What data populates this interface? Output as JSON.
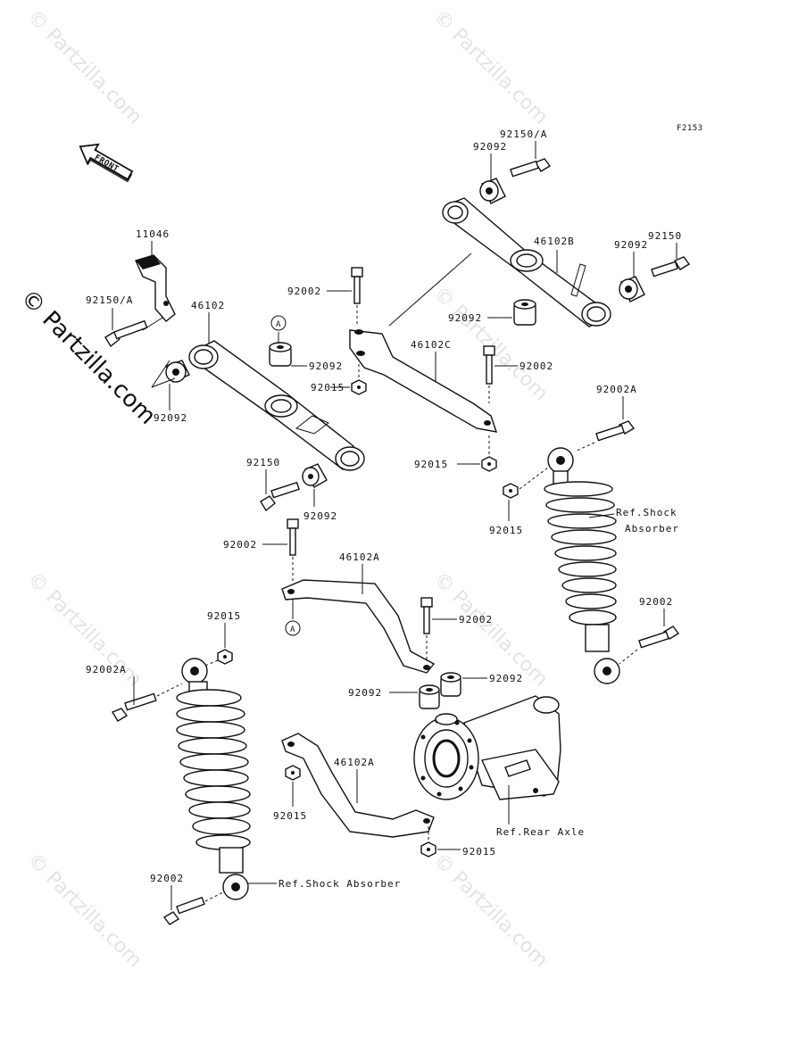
{
  "figure_code": "F2153",
  "front_label": "FRONT",
  "watermark": "© Partzilla.com",
  "side_watermark": "© Partzilla.com",
  "parts": {
    "p11046": "11046",
    "p92150A_left": "92150/A",
    "p46102": "46102",
    "p92092_left": "92092",
    "p92150_midleft": "92150",
    "p92092_midleft": "92092",
    "p92002_top": "92002",
    "p92092_center": "92092",
    "p92015_center": "92015",
    "p46102C": "46102C",
    "p92002_right": "92002",
    "p92015_right": "92015",
    "p92150A_top": "92150/A",
    "p92092_topleft": "92092",
    "p46102B": "46102B",
    "p92092_topright": "92092",
    "p92150_topright": "92150",
    "p92092_mid": "92092",
    "p92002A_right": "92002A",
    "p92015_shock_right": "92015",
    "ref_shock_right_1": "Ref.Shock",
    "ref_shock_right_2": "Absorber",
    "p92002_shock_right": "92002",
    "p92002_mid": "92002",
    "p46102A_top": "46102A",
    "p92002_axle": "92002",
    "p92092_axle_l": "92092",
    "p92092_axle_r": "92092",
    "p92015_left": "92015",
    "p92002A_left": "92002A",
    "p46102A_bottom": "46102A",
    "p92015_bottom_left": "92015",
    "ref_rear_axle": "Ref.Rear Axle",
    "p92015_bottom": "92015",
    "p92002_bottom_left": "92002",
    "ref_shock_left": "Ref.Shock Absorber"
  },
  "callouts": {
    "a_upper": "A",
    "a_lower": "A"
  }
}
